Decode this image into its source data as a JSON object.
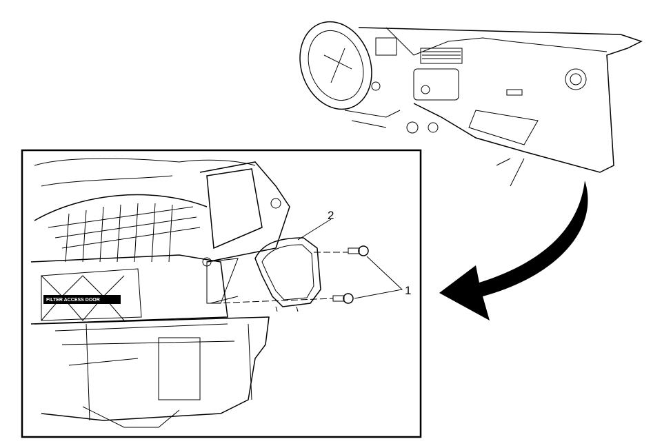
{
  "callouts": {
    "bolts": "1",
    "filter_door": "2"
  },
  "part_label": "FILTER ACCESS DOOR"
}
